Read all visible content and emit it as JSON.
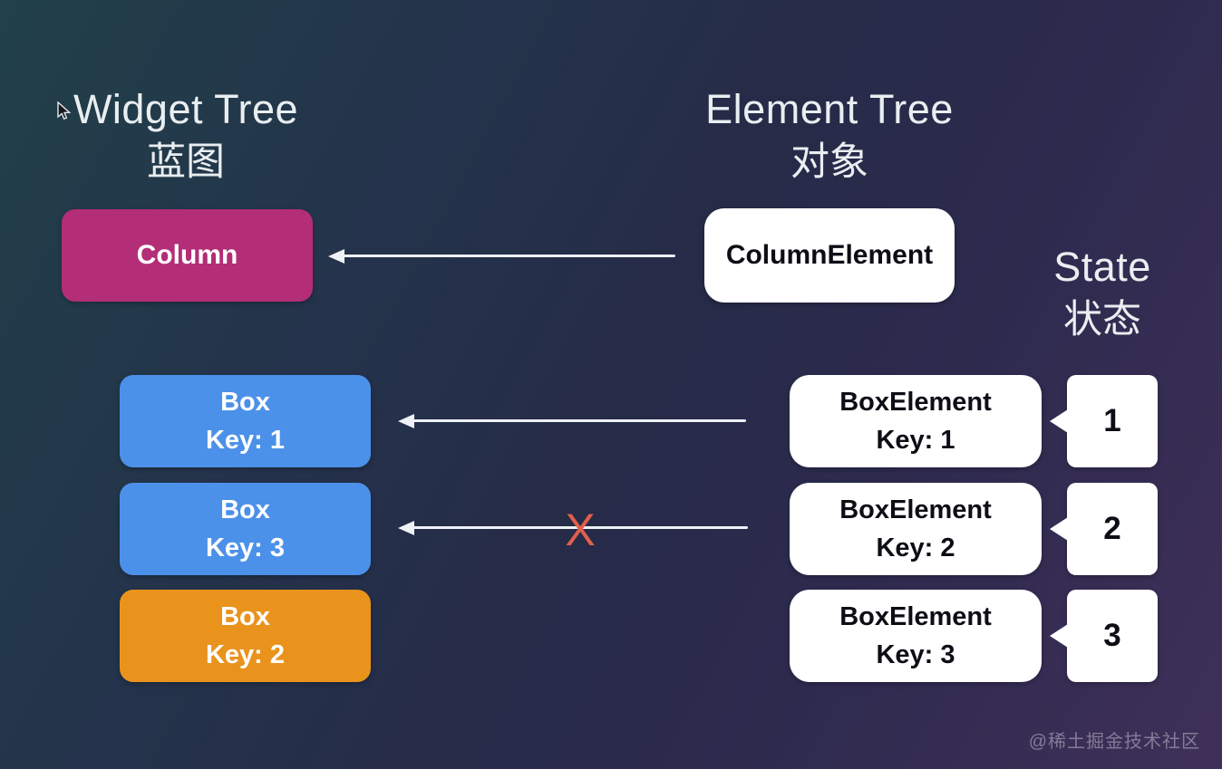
{
  "headings": {
    "widget_tree": {
      "en": "Widget Tree",
      "zh": "蓝图"
    },
    "element_tree": {
      "en": "Element Tree",
      "zh": "对象"
    },
    "state": {
      "en": "State",
      "zh": "状态"
    }
  },
  "widget_tree": {
    "column": {
      "label": "Column",
      "color": "#b32d77"
    },
    "boxes": [
      {
        "line1": "Box",
        "line2": "Key: 1",
        "color": "#4c91e9"
      },
      {
        "line1": "Box",
        "line2": "Key: 3",
        "color": "#4c91e9"
      },
      {
        "line1": "Box",
        "line2": "Key: 2",
        "color": "#e9931d"
      }
    ]
  },
  "element_tree": {
    "column_element": {
      "label": "ColumnElement"
    },
    "boxes": [
      {
        "line1": "BoxElement",
        "line2": "Key: 1"
      },
      {
        "line1": "BoxElement",
        "line2": "Key: 2"
      },
      {
        "line1": "BoxElement",
        "line2": "Key: 3"
      }
    ]
  },
  "state": {
    "bubbles": [
      "1",
      "2",
      "3"
    ]
  },
  "annotations": {
    "broken_link_mark": "X",
    "broken_link_color": "#e0604c"
  },
  "watermark": "@稀土掘金技术社区",
  "colors": {
    "background_top_left": "#214049",
    "background_bottom_right": "#3f3059",
    "arrow": "#eef1f5",
    "column_box": "#b32d77",
    "blue_box": "#4c91e9",
    "orange_box": "#e9931d",
    "white_box": "#ffffff"
  }
}
